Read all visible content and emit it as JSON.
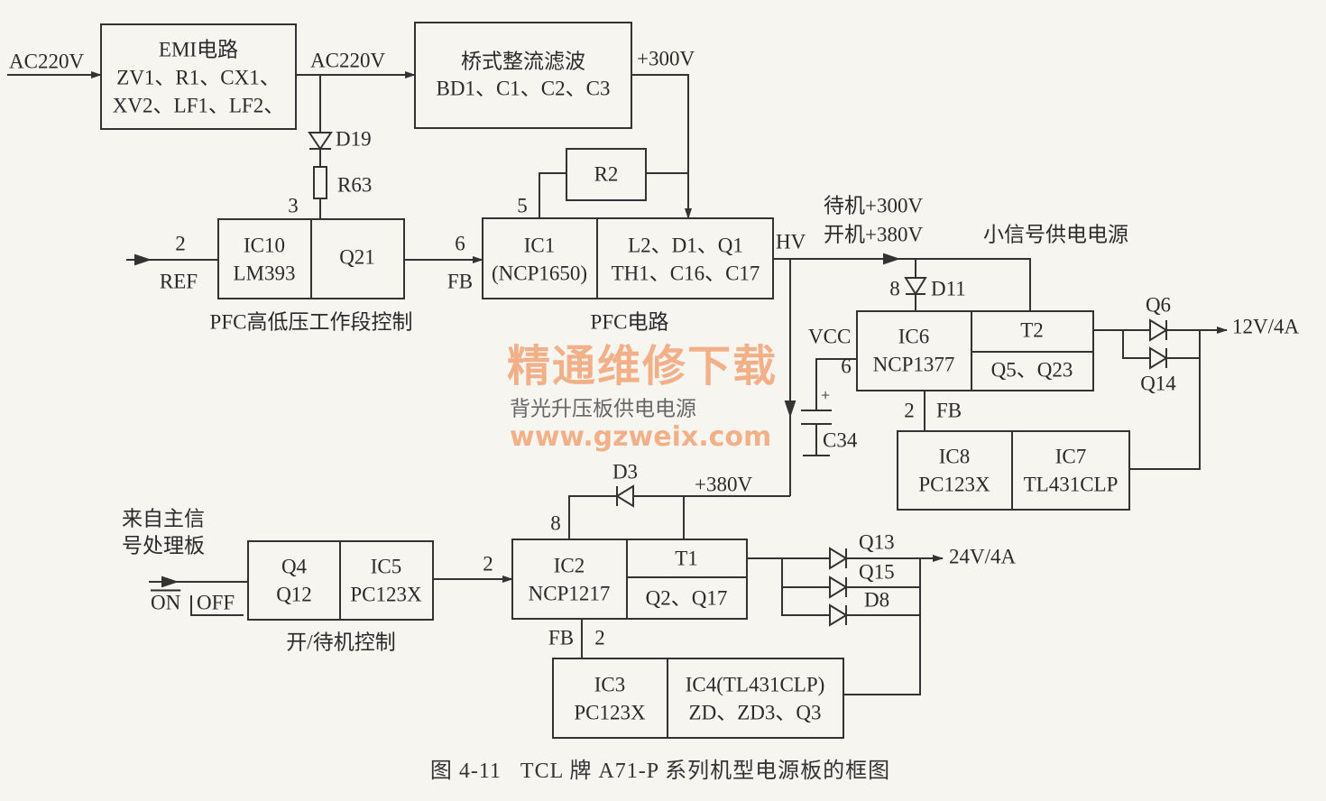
{
  "inputs": {
    "ac_in": "AC220V",
    "ac_mid": "AC220V",
    "dc300": "+300V",
    "ref_pin": "2",
    "ref": "REF",
    "from_main_1": "来自主信",
    "from_main_2": "号处理板",
    "on": "ON",
    "off": "OFF"
  },
  "emi": {
    "title": "EMI电路",
    "line1": "ZV1、R1、CX1、",
    "line2": "XV2、LF1、LF2、"
  },
  "bridge": {
    "title": "桥式整流滤波",
    "line1": "BD1、C1、C2、C3"
  },
  "d19": "D19",
  "r63": "R63",
  "pin3": "3",
  "ic10": {
    "name": "IC10",
    "part": "LM393",
    "q": "Q21",
    "caption": "PFC高低压工作段控制"
  },
  "pfc": {
    "pin6": "6",
    "fb": "FB",
    "pin5": "5",
    "r2": "R2",
    "ic": "IC1",
    "part": "(NCP1650)",
    "line1": "L2、D1、Q1",
    "line2": "TH1、C16、C17",
    "caption": "PFC电路",
    "hv": "HV"
  },
  "hv_labels": {
    "standby": "待机+300V",
    "on": "开机+380V",
    "small_signal": "小信号供电电源"
  },
  "ic6": {
    "pin8": "8",
    "d11": "D11",
    "vcc": "VCC",
    "pin6": "6",
    "name": "IC6",
    "part": "NCP1377",
    "t": "T2",
    "q": "Q5、Q23",
    "pin2": "2",
    "fb": "FB"
  },
  "out12": {
    "q6": "Q6",
    "q14": "Q14",
    "label": "12V/4A"
  },
  "ic8": {
    "name": "IC8",
    "part": "PC123X",
    "ic7": "IC7",
    "ic7_part": "TL431CLP"
  },
  "c34": {
    "label": "C34",
    "plus": "+"
  },
  "backlight": "背光升压板供电电源",
  "watermark": {
    "cn": "精通维修下载",
    "url": "www.gzweix.com"
  },
  "d3": {
    "label": "D3",
    "v380": "+380V",
    "pin8": "8"
  },
  "standby_ctrl": {
    "q4": "Q4",
    "q12": "Q12",
    "ic5": "IC5",
    "ic5_part": "PC123X",
    "caption": "开/待机控制",
    "pin2": "2"
  },
  "ic2": {
    "name": "IC2",
    "part": "NCP1217",
    "t": "T1",
    "q": "Q2、Q17",
    "fb": "FB",
    "pin2": "2"
  },
  "out24": {
    "q13": "Q13",
    "q15": "Q15",
    "d8": "D8",
    "label": "24V/4A"
  },
  "ic3": {
    "name": "IC3",
    "part": "PC123X",
    "ic4": "IC4(TL431CLP)",
    "ic4_parts": "ZD、ZD3、Q3"
  },
  "caption": "图 4-11   TCL 牌 A71-P 系列机型电源板的框图",
  "colors": {
    "line": "#333333",
    "watermark": "#f2a070",
    "background": "#f7f5f0"
  }
}
